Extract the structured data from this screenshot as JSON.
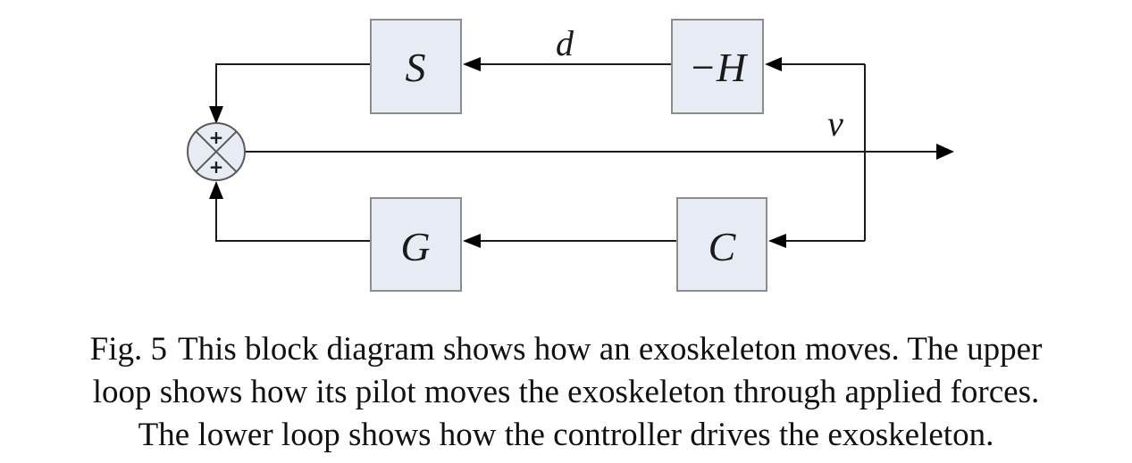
{
  "diagram": {
    "blocks": {
      "s": "S",
      "neg_h": "−H",
      "g": "G",
      "c": "C"
    },
    "signals": {
      "d": "d",
      "v": "v"
    },
    "summing_junction": {
      "top_sign": "+",
      "bottom_sign": "+"
    },
    "colors": {
      "block_fill": "#e6ebf4",
      "block_border": "#8c8c8c",
      "wire": "#1a1a1a"
    }
  },
  "caption": {
    "figure_number": "Fig. 5",
    "line1": "This block diagram shows how an exoskeleton moves. The upper",
    "line2": "loop shows how its pilot moves the exoskeleton through applied forces.",
    "line3": "The lower loop shows how the controller drives the exoskeleton."
  }
}
